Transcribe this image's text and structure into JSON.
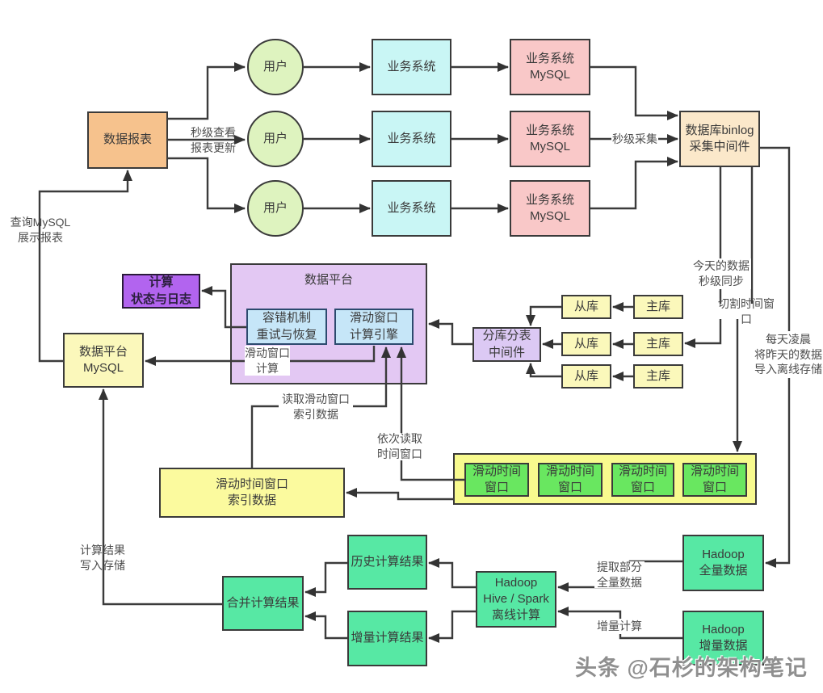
{
  "nodes": {
    "report": "数据报表",
    "user": "用户",
    "biz": "业务系统",
    "bizdb": "业务系统\nMySQL",
    "binlog": "数据库binlog\n采集中间件",
    "platform": "数据平台",
    "fault": "容错机制\n重试与恢复",
    "engine": "滑动窗口\n计算引擎",
    "calc_status": "计算\n状态与日志",
    "platdb": "数据平台\nMySQL",
    "sharding": "分库分表\n中间件",
    "slave": "从库",
    "master": "主库",
    "index_data": "滑动时间窗口\n索引数据",
    "window": "滑动时间\n窗口",
    "merge": "合并计算结果",
    "hist": "历史计算结果",
    "incr": "增量计算结果",
    "hive": "Hadoop\nHive / Spark\n离线计算",
    "hadoop_full": "Hadoop\n全量数据",
    "hadoop_incr": "Hadoop\n增量数据"
  },
  "edge_labels": {
    "view_update": "秒级查看\n报表更新",
    "query_mysql": "查询MySQL\n展示报表",
    "collect": "秒级采集",
    "today_sync": "今天的数据\n秒级同步",
    "cut_window": "切割时间窗口",
    "daily_import": "每天凌晨\n将昨天的数据\n导入离线存储",
    "window_calc": "滑动窗口\n计算",
    "read_index": "读取滑动窗口\n索引数据",
    "read_windows": "依次读取\n时间窗口",
    "write_result": "计算结果\n写入存储",
    "extract_full": "提取部分\n全量数据",
    "incr_calc": "增量计算"
  },
  "watermark": "头条 @石杉的架构笔记",
  "colors": {
    "report_box": "#f6c28d",
    "user_circle": "#def3bf",
    "business_system": "#c9f6f5",
    "business_mysql": "#f9c8c8",
    "binlog_box": "#fbe8ca",
    "platform_container": "#e3c8f3",
    "inner_blue": "#c6e6f8",
    "status_purple": "#b264ef",
    "sharding_purple": "#dcc9f4",
    "db_yellow": "#fbf8bb",
    "index_yellow": "#fbfa9e",
    "window_container_yellow": "#f8fa8e",
    "window_green": "#69e760",
    "result_mint": "#57e8a4",
    "line": "#3b3b3b",
    "watermark_gray": "#8f8f8f"
  }
}
